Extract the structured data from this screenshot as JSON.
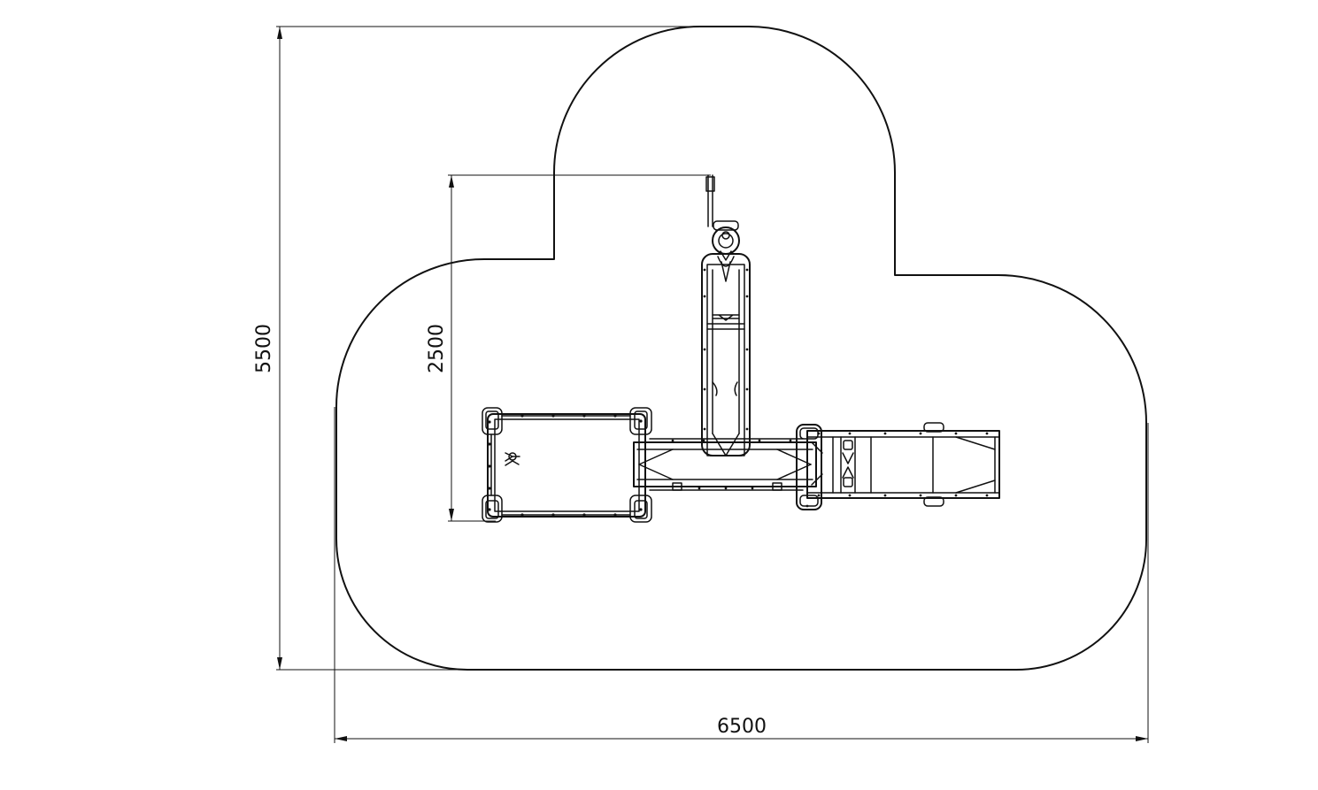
{
  "drawing": {
    "dimensions": {
      "overall_width": "6500",
      "overall_depth": "5500",
      "equipment_depth": "2500"
    }
  }
}
